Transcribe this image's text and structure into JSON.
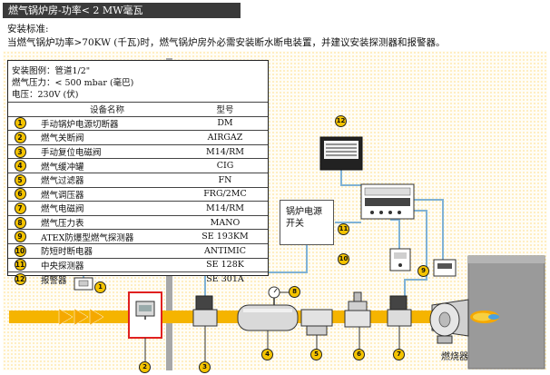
{
  "header": {
    "title": "燃气锅炉房-功率< 2 MW毫瓦"
  },
  "standard": {
    "heading": "安装标准:",
    "text": "当燃气锅炉功率>70KW (千瓦)时，燃气锅炉房外必需安装断水断电装置，并建议安装探测器和报警器。"
  },
  "spec": {
    "line1": "安装图例：管道1/2\"",
    "line2": "燃气压力：< 500 mbar (毫巴)",
    "line3": "电压：230V (伏)"
  },
  "table": {
    "col_name": "设备名称",
    "col_type": "型号",
    "rows": [
      {
        "num": "1",
        "name": "手动锅炉电源切断器",
        "type": "DM"
      },
      {
        "num": "2",
        "name": "燃气关断阀",
        "type": "AIRGAZ"
      },
      {
        "num": "3",
        "name": "手动复位电磁阀",
        "type": "M14/RM"
      },
      {
        "num": "4",
        "name": "燃气缓冲罐",
        "type": "CIG"
      },
      {
        "num": "5",
        "name": "燃气过滤器",
        "type": "FN"
      },
      {
        "num": "6",
        "name": "燃气调压器",
        "type": "FRG/2MC"
      },
      {
        "num": "7",
        "name": "燃气电磁阀",
        "type": "M14/RM"
      },
      {
        "num": "8",
        "name": "燃气压力表",
        "type": "MANO"
      },
      {
        "num": "9",
        "name": "ATEX防爆型燃气探测器",
        "type": "SE 193KM"
      },
      {
        "num": "10",
        "name": "防短时断电器",
        "type": "ANTIMIC"
      },
      {
        "num": "11",
        "name": "中央探测器",
        "type": "SE 128K"
      },
      {
        "num": "12",
        "name": "报警器",
        "type": "SE 301A"
      }
    ]
  },
  "diagram": {
    "control_label_line1": "锅炉电源",
    "control_label_line2": "开关",
    "burner_label": "燃烧器",
    "badges": [
      "1",
      "2",
      "3",
      "4",
      "5",
      "6",
      "7",
      "8",
      "9",
      "10",
      "11",
      "12"
    ]
  },
  "colors": {
    "pipe": "#f5b400",
    "arrow": "#f5a800",
    "wire": "#7fb2d6",
    "boiler": "#9a9a9a",
    "wall": "#a8a8a8",
    "badge": "#f5c400",
    "shutoff_frame": "#e02020"
  }
}
